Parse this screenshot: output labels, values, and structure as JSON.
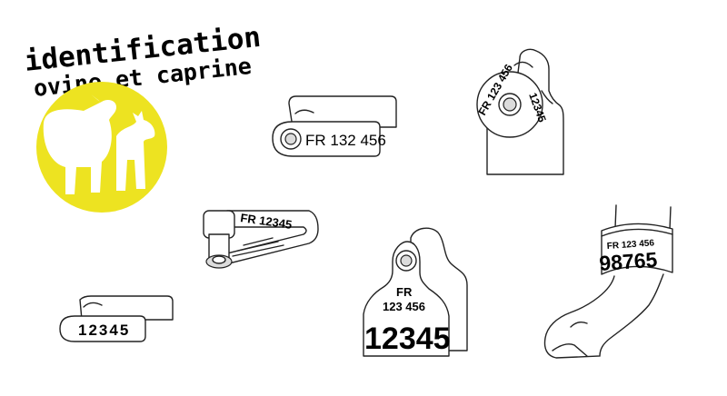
{
  "logo": {
    "title_line1": "identification",
    "title_line2": "ovine et caprine",
    "accent_color": "#ede321",
    "silhouette_color": "#ffffff"
  },
  "tags": {
    "small_flag_tag_number": "FR 132 456",
    "round_button_tag_ring_top": "FR 123 456",
    "round_button_tag_ring_side": "12345",
    "bolus_tag_number": "FR 12345",
    "small_flag_tag_short_number": "12345",
    "large_ear_tag_country": "FR",
    "large_ear_tag_id": "123 456",
    "large_ear_tag_number": "12345",
    "leg_band_id": "FR 123 456",
    "leg_band_number": "98765"
  },
  "colors": {
    "ink": "#222222",
    "band_outline": "#222222"
  }
}
